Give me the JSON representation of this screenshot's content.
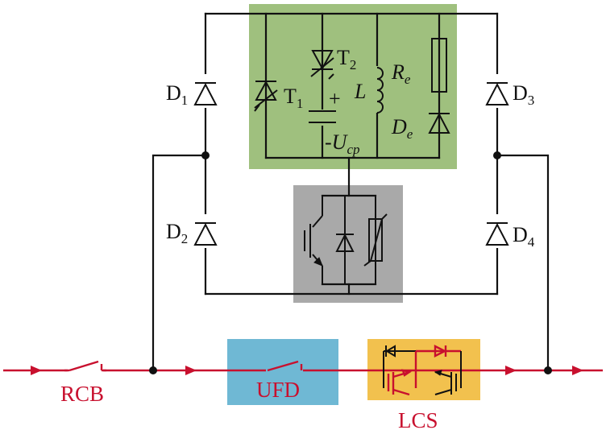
{
  "colors": {
    "green_panel": "#9fc07e",
    "gray_panel": "#a9a9a9",
    "blue_panel": "#6fb8d4",
    "orange_panel": "#f2c14e",
    "main_line": "#c8102e",
    "wire": "#111111"
  },
  "labels": {
    "d1": {
      "main": "D",
      "sub": "1"
    },
    "d2": {
      "main": "D",
      "sub": "2"
    },
    "d3": {
      "main": "D",
      "sub": "3"
    },
    "d4": {
      "main": "D",
      "sub": "4"
    },
    "t1": {
      "main": "T",
      "sub": "1"
    },
    "t2": {
      "main": "T",
      "sub": "2"
    },
    "plus": "+",
    "l": "L",
    "re": {
      "main": "R",
      "sub": "e"
    },
    "de": {
      "main": "D",
      "sub": "e"
    },
    "ucp": {
      "prefix": "-",
      "main": "U",
      "sub": "cp"
    },
    "rcb": "RCB",
    "ufd": "UFD",
    "lcs": "LCS"
  }
}
